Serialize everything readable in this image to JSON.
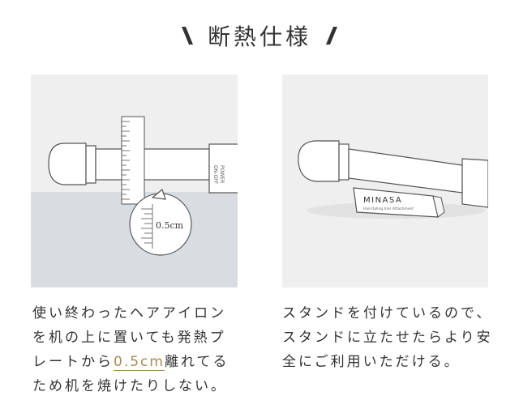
{
  "header": {
    "title": "断熱仕様"
  },
  "left_panel": {
    "power_label": "POWER",
    "onoff_label": "ON-OFF",
    "measure_label": "0.5cm"
  },
  "right_panel": {
    "brand": "MINASA",
    "brand_sub": "Hairstyling Iron Attachment"
  },
  "captions": {
    "left": {
      "line1": "使い終わったヘアアイロン",
      "line2": "を机の上に置いても発熱プ",
      "line3_pre": "レートから",
      "line3_highlight": "0.5cm",
      "line3_post": "離れてる",
      "line4": "ため机を焼けたりしない。"
    },
    "right": {
      "line1": "スタンドを付けているので、",
      "line2": "スタンドに立たせたらより安",
      "line3": "全にご利用いただける。"
    }
  },
  "colors": {
    "accent": "#a68a55",
    "panel_bg": "#efefef",
    "table_bg": "#d9dde2",
    "text": "#333333"
  }
}
